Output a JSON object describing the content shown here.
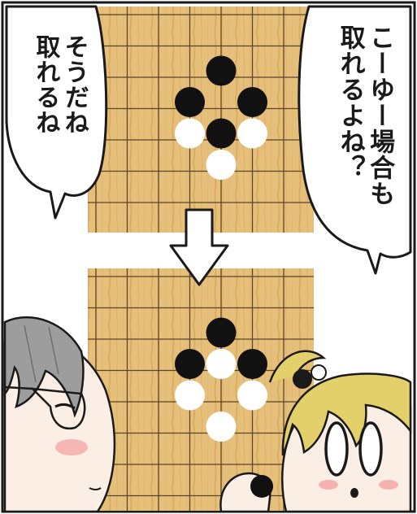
{
  "bubbles": {
    "left": {
      "lines": [
        "そうだね",
        "取れるね"
      ]
    },
    "right": {
      "lines": [
        "こーゆー場合も",
        "取れるよね？"
      ]
    }
  },
  "board_before": {
    "black": [
      [
        6,
        2
      ],
      [
        5,
        3
      ],
      [
        7,
        3
      ],
      [
        6,
        4
      ]
    ],
    "white": [
      [
        5,
        4
      ],
      [
        7,
        4
      ],
      [
        6,
        5
      ]
    ]
  },
  "board_after": {
    "black": [
      [
        6,
        2
      ],
      [
        5,
        3
      ],
      [
        7,
        3
      ]
    ],
    "white": [
      [
        6,
        3
      ],
      [
        5,
        4
      ],
      [
        7,
        4
      ],
      [
        6,
        5
      ]
    ]
  },
  "colors": {
    "board_wood": "#e6bf7a",
    "board_grain": "#d3a55c",
    "grid_line": "#5a4526",
    "stone_black": "#111111",
    "stone_white": "#ffffff",
    "bubble_outline": "#1a1a1a",
    "left_character_hair": "#9d9d9d",
    "right_character_hair": "#e3d06a"
  }
}
